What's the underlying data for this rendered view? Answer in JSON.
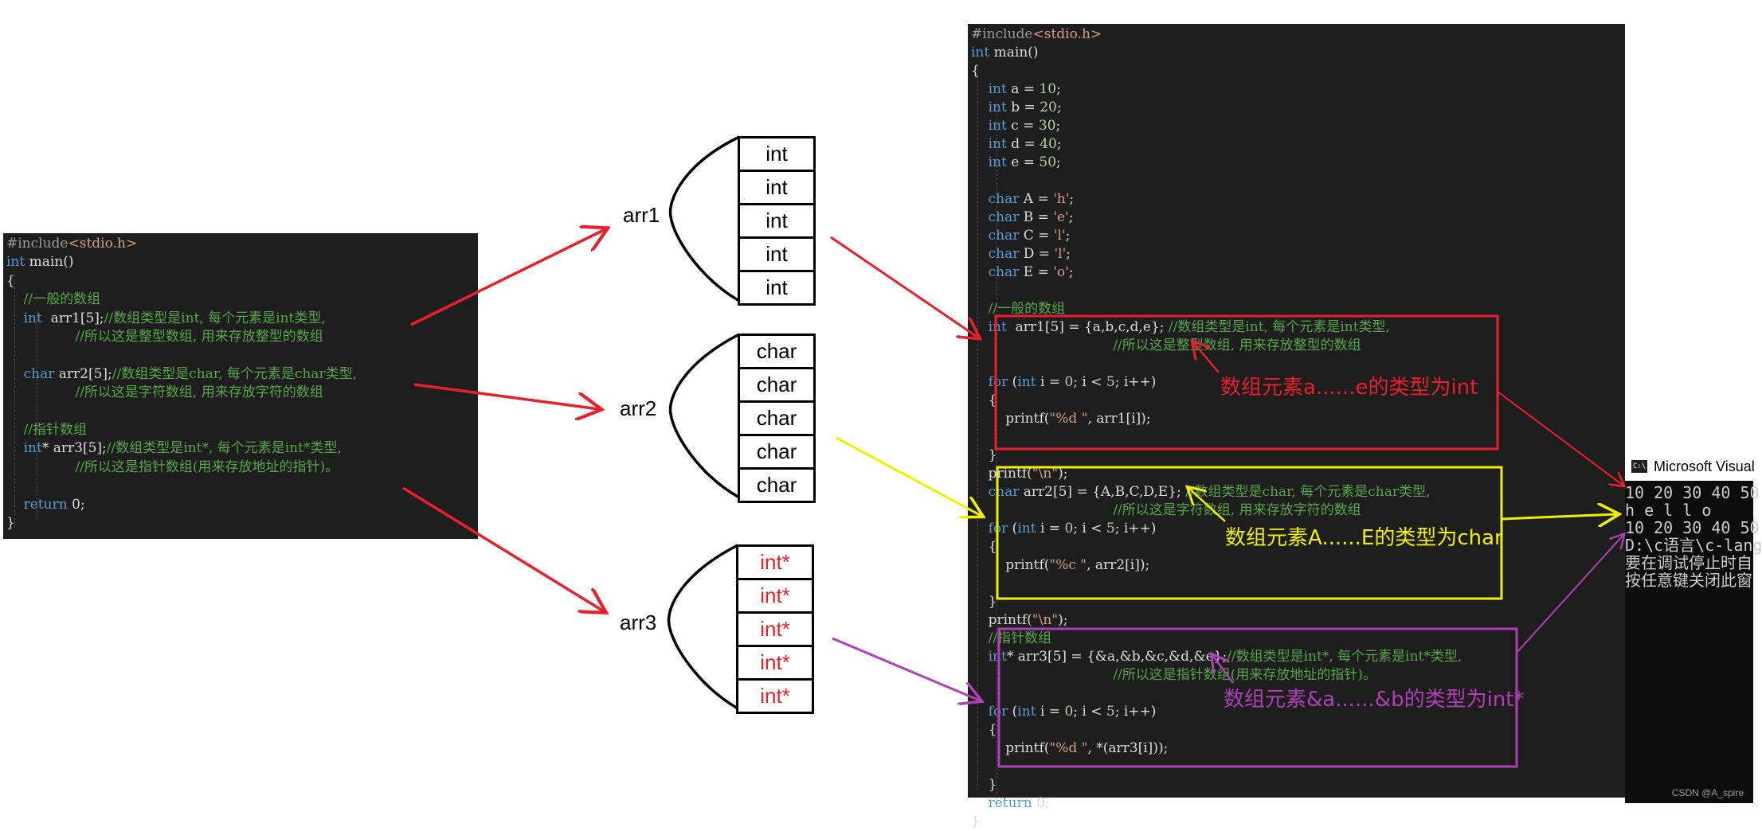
{
  "left_code": [
    [
      {
        "t": "#include",
        "c": "pp"
      },
      {
        "t": "<stdio.h>",
        "c": "inc"
      }
    ],
    [
      {
        "t": "int",
        "c": "kw"
      },
      {
        "t": " main()"
      }
    ],
    [
      {
        "t": "{"
      }
    ],
    [
      {
        "t": "    "
      },
      {
        "t": "//一般的数组",
        "c": "cmt"
      }
    ],
    [
      {
        "t": "    "
      },
      {
        "t": "int",
        "c": "kw"
      },
      {
        "t": "  arr1[5];"
      },
      {
        "t": "//数组类型是int, 每个元素是int类型,",
        "c": "cmt"
      }
    ],
    [
      {
        "t": "                "
      },
      {
        "t": "//所以这是整型数组, 用来存放整型的数组",
        "c": "cmt"
      }
    ],
    [
      {
        "t": ""
      }
    ],
    [
      {
        "t": "    "
      },
      {
        "t": "char",
        "c": "kw"
      },
      {
        "t": " arr2[5];"
      },
      {
        "t": "//数组类型是char, 每个元素是char类型,",
        "c": "cmt"
      }
    ],
    [
      {
        "t": "                "
      },
      {
        "t": "//所以这是字符数组, 用来存放字符的数组",
        "c": "cmt"
      }
    ],
    [
      {
        "t": ""
      }
    ],
    [
      {
        "t": "    "
      },
      {
        "t": "//指针数组",
        "c": "cmt"
      }
    ],
    [
      {
        "t": "    "
      },
      {
        "t": "int",
        "c": "kw"
      },
      {
        "t": "* arr3[5];"
      },
      {
        "t": "//数组类型是int*, 每个元素是int*类型,",
        "c": "cmt"
      }
    ],
    [
      {
        "t": "                "
      },
      {
        "t": "//所以这是指针数组(用来存放地址的指针)。",
        "c": "cmt"
      }
    ],
    [
      {
        "t": ""
      }
    ],
    [
      {
        "t": "    "
      },
      {
        "t": "return",
        "c": "kw"
      },
      {
        "t": " 0;"
      }
    ],
    [
      {
        "t": "}"
      }
    ]
  ],
  "right_code": [
    [
      {
        "t": "#include",
        "c": "pp"
      },
      {
        "t": "<stdio.h>",
        "c": "inc"
      }
    ],
    [
      {
        "t": "int",
        "c": "kw"
      },
      {
        "t": " main()"
      }
    ],
    [
      {
        "t": "{"
      }
    ],
    [
      {
        "t": "    "
      },
      {
        "t": "int",
        "c": "kw"
      },
      {
        "t": " a = "
      },
      {
        "t": "10",
        "c": "num"
      },
      {
        "t": ";"
      }
    ],
    [
      {
        "t": "    "
      },
      {
        "t": "int",
        "c": "kw"
      },
      {
        "t": " b = "
      },
      {
        "t": "20",
        "c": "num"
      },
      {
        "t": ";"
      }
    ],
    [
      {
        "t": "    "
      },
      {
        "t": "int",
        "c": "kw"
      },
      {
        "t": " c = "
      },
      {
        "t": "30",
        "c": "num"
      },
      {
        "t": ";"
      }
    ],
    [
      {
        "t": "    "
      },
      {
        "t": "int",
        "c": "kw"
      },
      {
        "t": " d = "
      },
      {
        "t": "40",
        "c": "num"
      },
      {
        "t": ";"
      }
    ],
    [
      {
        "t": "    "
      },
      {
        "t": "int",
        "c": "kw"
      },
      {
        "t": " e = "
      },
      {
        "t": "50",
        "c": "num"
      },
      {
        "t": ";"
      }
    ],
    [
      {
        "t": ""
      }
    ],
    [
      {
        "t": "    "
      },
      {
        "t": "char",
        "c": "kw"
      },
      {
        "t": " A = "
      },
      {
        "t": "'h'",
        "c": "str"
      },
      {
        "t": ";"
      }
    ],
    [
      {
        "t": "    "
      },
      {
        "t": "char",
        "c": "kw"
      },
      {
        "t": " B = "
      },
      {
        "t": "'e'",
        "c": "str"
      },
      {
        "t": ";"
      }
    ],
    [
      {
        "t": "    "
      },
      {
        "t": "char",
        "c": "kw"
      },
      {
        "t": " C = "
      },
      {
        "t": "'l'",
        "c": "str"
      },
      {
        "t": ";"
      }
    ],
    [
      {
        "t": "    "
      },
      {
        "t": "char",
        "c": "kw"
      },
      {
        "t": " D = "
      },
      {
        "t": "'l'",
        "c": "str"
      },
      {
        "t": ";"
      }
    ],
    [
      {
        "t": "    "
      },
      {
        "t": "char",
        "c": "kw"
      },
      {
        "t": " E = "
      },
      {
        "t": "'o'",
        "c": "str"
      },
      {
        "t": ";"
      }
    ],
    [
      {
        "t": ""
      }
    ],
    [
      {
        "t": "    "
      },
      {
        "t": "//一般的数组",
        "c": "cmt"
      }
    ],
    [
      {
        "t": "    "
      },
      {
        "t": "int",
        "c": "kw"
      },
      {
        "t": "  arr1[5] = {a,b,c,d,e}; "
      },
      {
        "t": "//数组类型是int, 每个元素是int类型,",
        "c": "cmt"
      }
    ],
    [
      {
        "t": "                                 "
      },
      {
        "t": "//所以这是整型数组, 用来存放整型的数组",
        "c": "cmt"
      }
    ],
    [
      {
        "t": ""
      }
    ],
    [
      {
        "t": "    "
      },
      {
        "t": "for",
        "c": "kw"
      },
      {
        "t": " ("
      },
      {
        "t": "int",
        "c": "kw"
      },
      {
        "t": " i = "
      },
      {
        "t": "0",
        "c": "num"
      },
      {
        "t": "; i < "
      },
      {
        "t": "5",
        "c": "num"
      },
      {
        "t": "; i++)"
      }
    ],
    [
      {
        "t": "    {"
      }
    ],
    [
      {
        "t": "        printf("
      },
      {
        "t": "\"%d \"",
        "c": "str"
      },
      {
        "t": ", arr1[i]);"
      }
    ],
    [
      {
        "t": ""
      }
    ],
    [
      {
        "t": "    }"
      }
    ],
    [
      {
        "t": "    printf("
      },
      {
        "t": "\"\\n\"",
        "c": "str"
      },
      {
        "t": ");"
      }
    ],
    [
      {
        "t": "    "
      },
      {
        "t": "char",
        "c": "kw"
      },
      {
        "t": " arr2[5] = {A,B,C,D,E}; "
      },
      {
        "t": "//数组类型是char, 每个元素是char类型,",
        "c": "cmt"
      }
    ],
    [
      {
        "t": "                                 "
      },
      {
        "t": "//所以这是字符数组, 用来存放字符的数组",
        "c": "cmt"
      }
    ],
    [
      {
        "t": "    "
      },
      {
        "t": "for",
        "c": "kw"
      },
      {
        "t": " ("
      },
      {
        "t": "int",
        "c": "kw"
      },
      {
        "t": " i = "
      },
      {
        "t": "0",
        "c": "num"
      },
      {
        "t": "; i < "
      },
      {
        "t": "5",
        "c": "num"
      },
      {
        "t": "; i++)"
      }
    ],
    [
      {
        "t": "    {"
      }
    ],
    [
      {
        "t": "        printf("
      },
      {
        "t": "\"%c \"",
        "c": "str"
      },
      {
        "t": ", arr2[i]);"
      }
    ],
    [
      {
        "t": ""
      }
    ],
    [
      {
        "t": "    }"
      }
    ],
    [
      {
        "t": "    printf("
      },
      {
        "t": "\"\\n\"",
        "c": "str"
      },
      {
        "t": ");"
      }
    ],
    [
      {
        "t": "    "
      },
      {
        "t": "//指针数组",
        "c": "cmt"
      }
    ],
    [
      {
        "t": "    "
      },
      {
        "t": "int",
        "c": "kw"
      },
      {
        "t": "* arr3[5] = {&a,&b,&c,&d,&e};"
      },
      {
        "t": "//数组类型是int*, 每个元素是int*类型,",
        "c": "cmt"
      }
    ],
    [
      {
        "t": "                                 "
      },
      {
        "t": "//所以这是指针数组(用来存放地址的指针)。",
        "c": "cmt"
      }
    ],
    [
      {
        "t": ""
      }
    ],
    [
      {
        "t": "    "
      },
      {
        "t": "for",
        "c": "kw"
      },
      {
        "t": " ("
      },
      {
        "t": "int",
        "c": "kw"
      },
      {
        "t": " i = "
      },
      {
        "t": "0",
        "c": "num"
      },
      {
        "t": "; i < "
      },
      {
        "t": "5",
        "c": "num"
      },
      {
        "t": "; i++)"
      }
    ],
    [
      {
        "t": "    {"
      }
    ],
    [
      {
        "t": "        printf("
      },
      {
        "t": "\"%d \"",
        "c": "str"
      },
      {
        "t": ", *(arr3[i]));"
      }
    ],
    [
      {
        "t": ""
      }
    ],
    [
      {
        "t": "    }"
      }
    ],
    [
      {
        "t": "    "
      },
      {
        "t": "return",
        "c": "kw"
      },
      {
        "t": " 0;"
      }
    ],
    [
      {
        "t": "}"
      }
    ]
  ],
  "arrays": {
    "arr1": {
      "label": "arr1",
      "cells": [
        "int",
        "int",
        "int",
        "int",
        "int"
      ]
    },
    "arr2": {
      "label": "arr2",
      "cells": [
        "char",
        "char",
        "char",
        "char",
        "char"
      ]
    },
    "arr3": {
      "label": "arr3",
      "cells": [
        "int*",
        "int*",
        "int*",
        "int*",
        "int*"
      ]
    }
  },
  "annotations": {
    "red": "数组元素a......e的类型为int",
    "yellow": "数组元素A......E的类型为char",
    "purple": "数组元素&a......&b的类型为int*"
  },
  "colors": {
    "red": "#e8202a",
    "yellow": "#f0f000",
    "purple": "#b040b8",
    "code_bg": "#1e1e1e"
  },
  "console": {
    "title": "Microsoft Visual",
    "lines": [
      "10 20 30 40 50",
      "h e l l o",
      "10 20 30 40 50",
      "D:\\c语言\\c-lang",
      "要在调试停止时自",
      "按任意键关闭此窗"
    ]
  },
  "watermark": "CSDN @A_spire"
}
